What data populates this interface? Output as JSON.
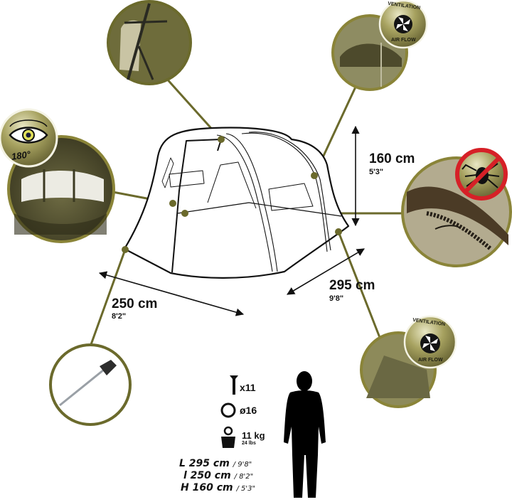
{
  "diagram": {
    "subject": "Bivvy tent dimensions and feature callouts",
    "colors": {
      "accent_olive": "#6b6a2c",
      "lens_ring": "#8a8438",
      "no_insect_red": "#d62027",
      "outline": "#111111"
    },
    "dimensions": {
      "height": {
        "metric": "160 cm",
        "imperial": "5'3\""
      },
      "length": {
        "metric": "295 cm",
        "imperial": "9'8\""
      },
      "width": {
        "metric": "250 cm",
        "imperial": "8'2\""
      }
    },
    "badges": {
      "panoramic": {
        "icon": "eye-icon",
        "label": "180°"
      },
      "ventilation_top": {
        "icon": "fan-icon",
        "top_text": "VENTILATION",
        "bottom_text": "AIR FLOW"
      },
      "ventilation_bottom": {
        "icon": "fan-icon",
        "top_text": "VENTILATION",
        "bottom_text": "AIR FLOW"
      },
      "insect": {
        "icon": "no-insect-icon",
        "label": "insect mesh"
      }
    },
    "callouts": [
      {
        "name": "frame-pole-detail",
        "description": "Frame pole hub"
      },
      {
        "name": "panoramic-windows-detail",
        "description": "Panoramic windows 180°"
      },
      {
        "name": "vent-top-detail",
        "description": "Roof ventilation"
      },
      {
        "name": "zip-mesh-detail",
        "description": "Zipped insect mesh"
      },
      {
        "name": "vent-rear-detail",
        "description": "Rear ventilation"
      },
      {
        "name": "peg-detail",
        "description": "Ground peg"
      }
    ],
    "accessories": {
      "pegs": {
        "icon": "peg-icon",
        "value": "x11"
      },
      "pole": {
        "icon": "ring-icon",
        "value": "ø16"
      },
      "weight": {
        "icon": "weight-icon",
        "value": "11 kg",
        "sub": "24 lbs"
      }
    },
    "specs": [
      {
        "label": "L 295 cm",
        "imperial": "/ 9'8\""
      },
      {
        "label": "l 250 cm",
        "imperial": "/ 8'2\""
      },
      {
        "label": "H 160 cm",
        "imperial": "/ 5'3\""
      }
    ],
    "scale_figure": {
      "icon": "person-silhouette-icon"
    }
  }
}
